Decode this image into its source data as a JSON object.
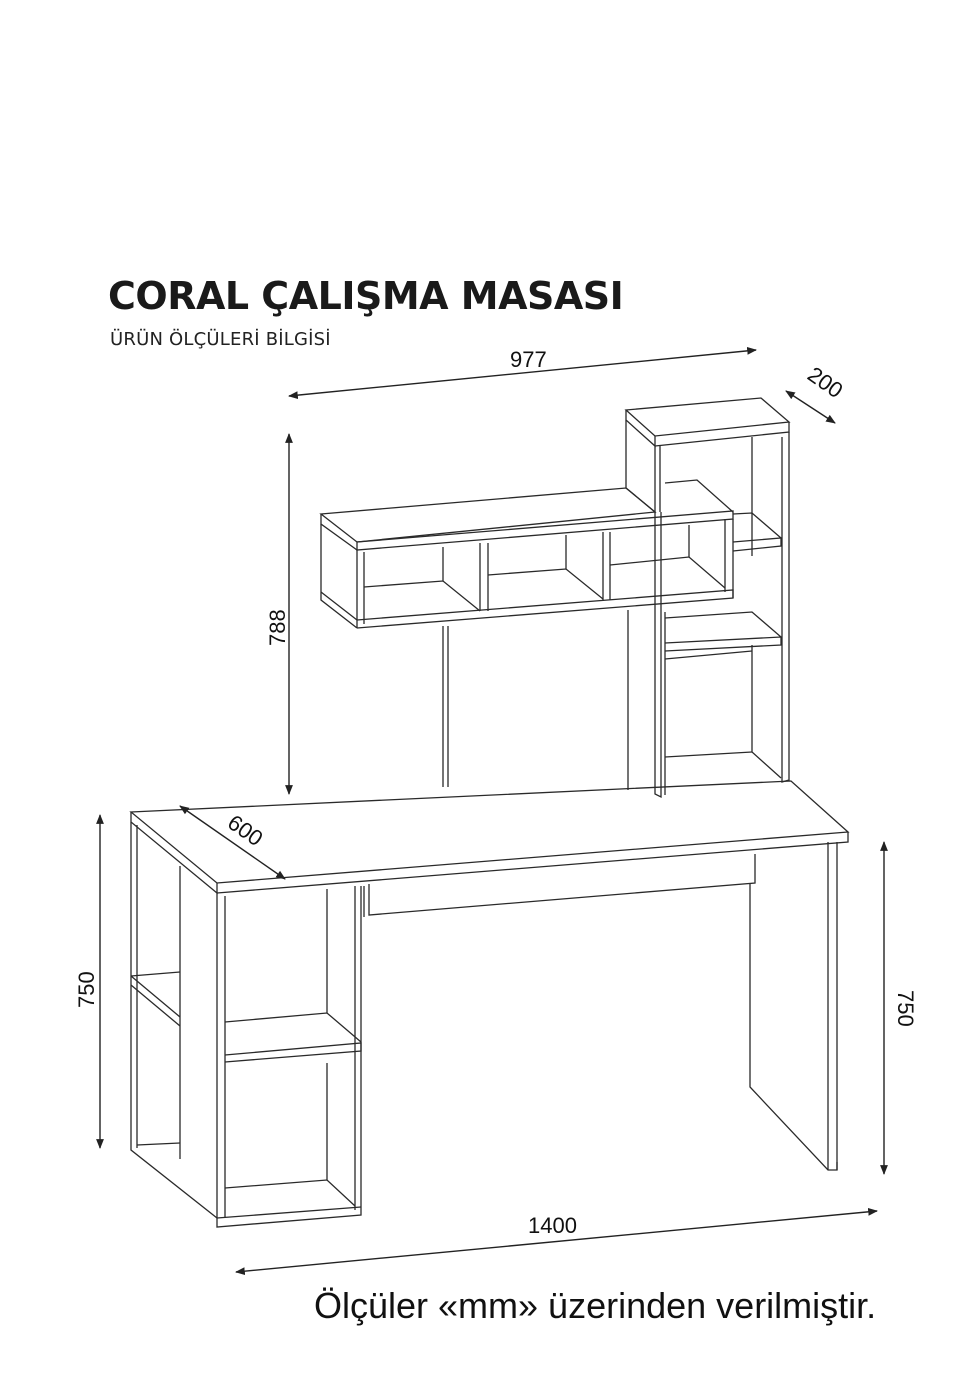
{
  "header": {
    "title": "CORAL ÇALIŞMA MASASI",
    "subtitle": "ÜRÜN ÖLÇÜLERİ BİLGİSİ"
  },
  "dimensions": {
    "hutch_width": "977",
    "hutch_depth": "200",
    "hutch_height": "788",
    "desk_depth": "600",
    "desk_height_left": "750",
    "desk_height_right": "750",
    "desk_width": "1400"
  },
  "footer": {
    "note": "Ölçüler «mm» üzerinden verilmiştir."
  },
  "colors": {
    "line": "#2a2a2a",
    "background": "#ffffff"
  }
}
